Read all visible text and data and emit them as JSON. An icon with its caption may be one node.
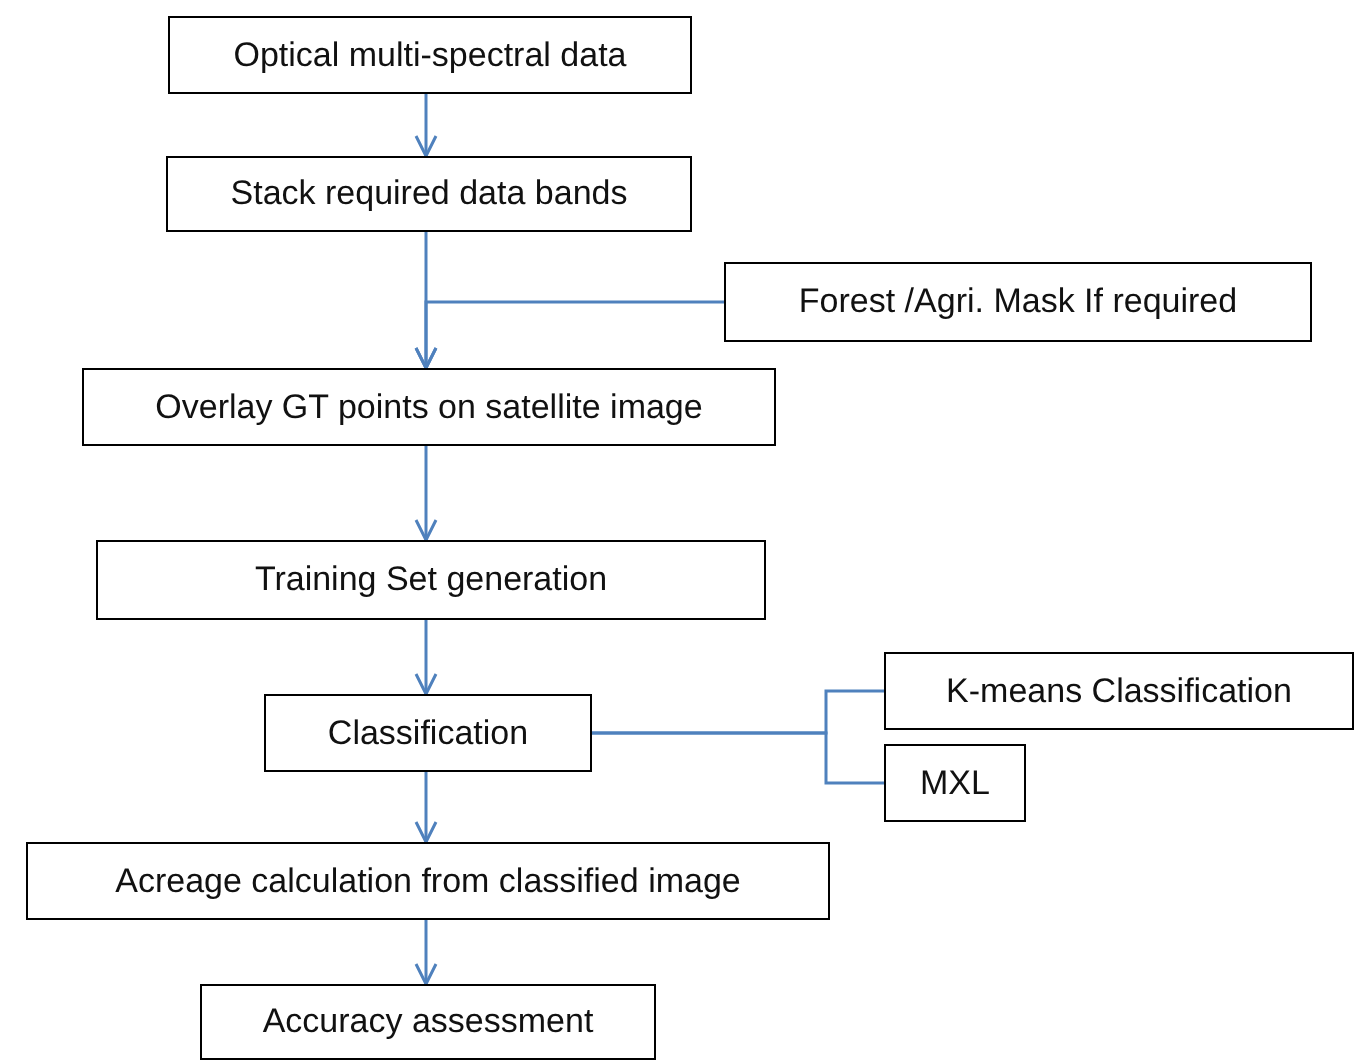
{
  "diagram": {
    "nodes": [
      {
        "text": [
          "Optical multi-spectral data"
        ]
      },
      {
        "text": [
          "Stack required data bands"
        ]
      },
      {
        "text": [
          "Forest /Agri. Mask If required"
        ]
      },
      {
        "text": [
          "Overlay GT points on satellite image"
        ]
      },
      {
        "text": [
          "Training Set generation"
        ]
      },
      {
        "text": [
          "Classification"
        ]
      },
      {
        "text": [
          "K-means Classification"
        ]
      },
      {
        "text": [
          "MXL"
        ]
      },
      {
        "text": [
          "Acreage calculation from classified image"
        ]
      },
      {
        "text": [
          "Accuracy assessment"
        ]
      }
    ],
    "edges": [
      {
        "from": 0,
        "to": 1,
        "arrow": "to"
      },
      {
        "from": 1,
        "to": 3,
        "arrow": "to"
      },
      {
        "from": 2,
        "to": 3,
        "arrow": "to"
      },
      {
        "from": 3,
        "to": 4,
        "arrow": "to"
      },
      {
        "from": 4,
        "to": 5,
        "arrow": "to"
      },
      {
        "from": 5,
        "to": 6,
        "arrow": "none"
      },
      {
        "from": 5,
        "to": 7,
        "arrow": "none"
      },
      {
        "from": 5,
        "to": 8,
        "arrow": "to"
      },
      {
        "from": 8,
        "to": 9,
        "arrow": "to"
      }
    ]
  }
}
